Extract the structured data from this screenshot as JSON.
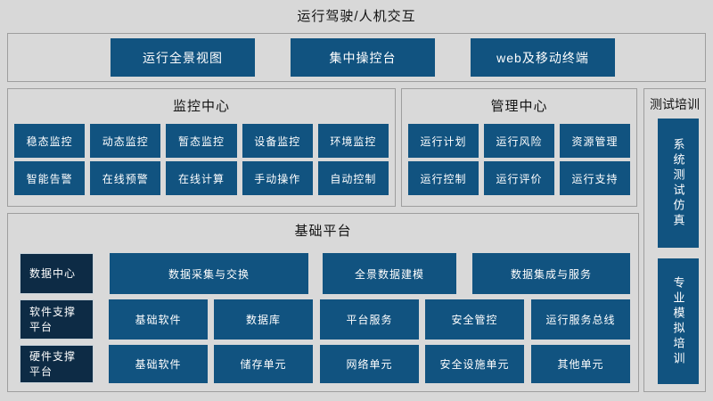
{
  "title": "运行驾驶/人机交互",
  "colors": {
    "tile_blue": "#115380",
    "label_navy": "#0d2b45",
    "background": "#d8d8d8",
    "panel_border": "#9e9e9e",
    "tile_text": "#ffffff"
  },
  "access_layer": {
    "tiles": [
      "运行全景视图",
      "集中操控台",
      "web及移动终端"
    ]
  },
  "monitor_center": {
    "title": "监控中心",
    "tiles": [
      "稳态监控",
      "动态监控",
      "暂态监控",
      "设备监控",
      "环境监控",
      "智能告警",
      "在线预警",
      "在线计算",
      "手动操作",
      "自动控制"
    ]
  },
  "management_center": {
    "title": "管理中心",
    "tiles": [
      "运行计划",
      "运行风险",
      "资源管理",
      "运行控制",
      "运行评价",
      "运行支持"
    ]
  },
  "test_training": {
    "title": "测试培训",
    "tiles": [
      "系统测试仿真",
      "专业模拟培训"
    ]
  },
  "base_platform": {
    "title": "基础平台",
    "rows": [
      {
        "label": "数据中心",
        "tiles": [
          "数据采集与交换",
          "全景数据建模",
          "数据集成与服务"
        ]
      },
      {
        "label": "软件支撑平台",
        "tiles": [
          "基础软件",
          "数据库",
          "平台服务",
          "安全管控",
          "运行服务总线"
        ]
      },
      {
        "label": "硬件支撑平台",
        "tiles": [
          "基础软件",
          "储存单元",
          "网络单元",
          "安全设施单元",
          "其他单元"
        ]
      }
    ]
  }
}
